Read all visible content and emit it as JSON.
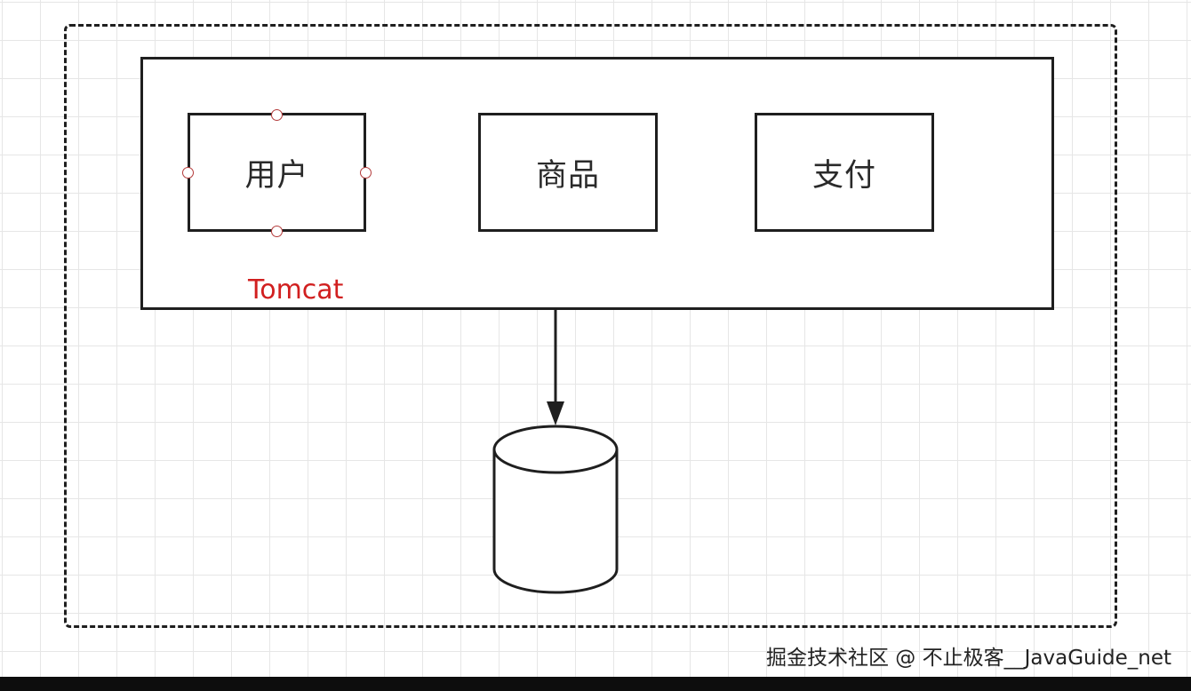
{
  "diagram": {
    "container_label": "Tomcat",
    "modules": [
      {
        "label": "用户",
        "selected": true
      },
      {
        "label": "商品",
        "selected": false
      },
      {
        "label": "支付",
        "selected": false
      }
    ],
    "connection": {
      "from": "Tomcat",
      "to": "database",
      "arrow": "end"
    },
    "colors": {
      "stroke": "#1f1f1f",
      "container_label": "#d11f1f",
      "selection_handle": "#b33a3a"
    },
    "icons": [
      "database-cylinder-icon",
      "arrow-down-icon"
    ]
  },
  "watermark": "掘金技术社区 @ 不止极客__JavaGuide_net"
}
